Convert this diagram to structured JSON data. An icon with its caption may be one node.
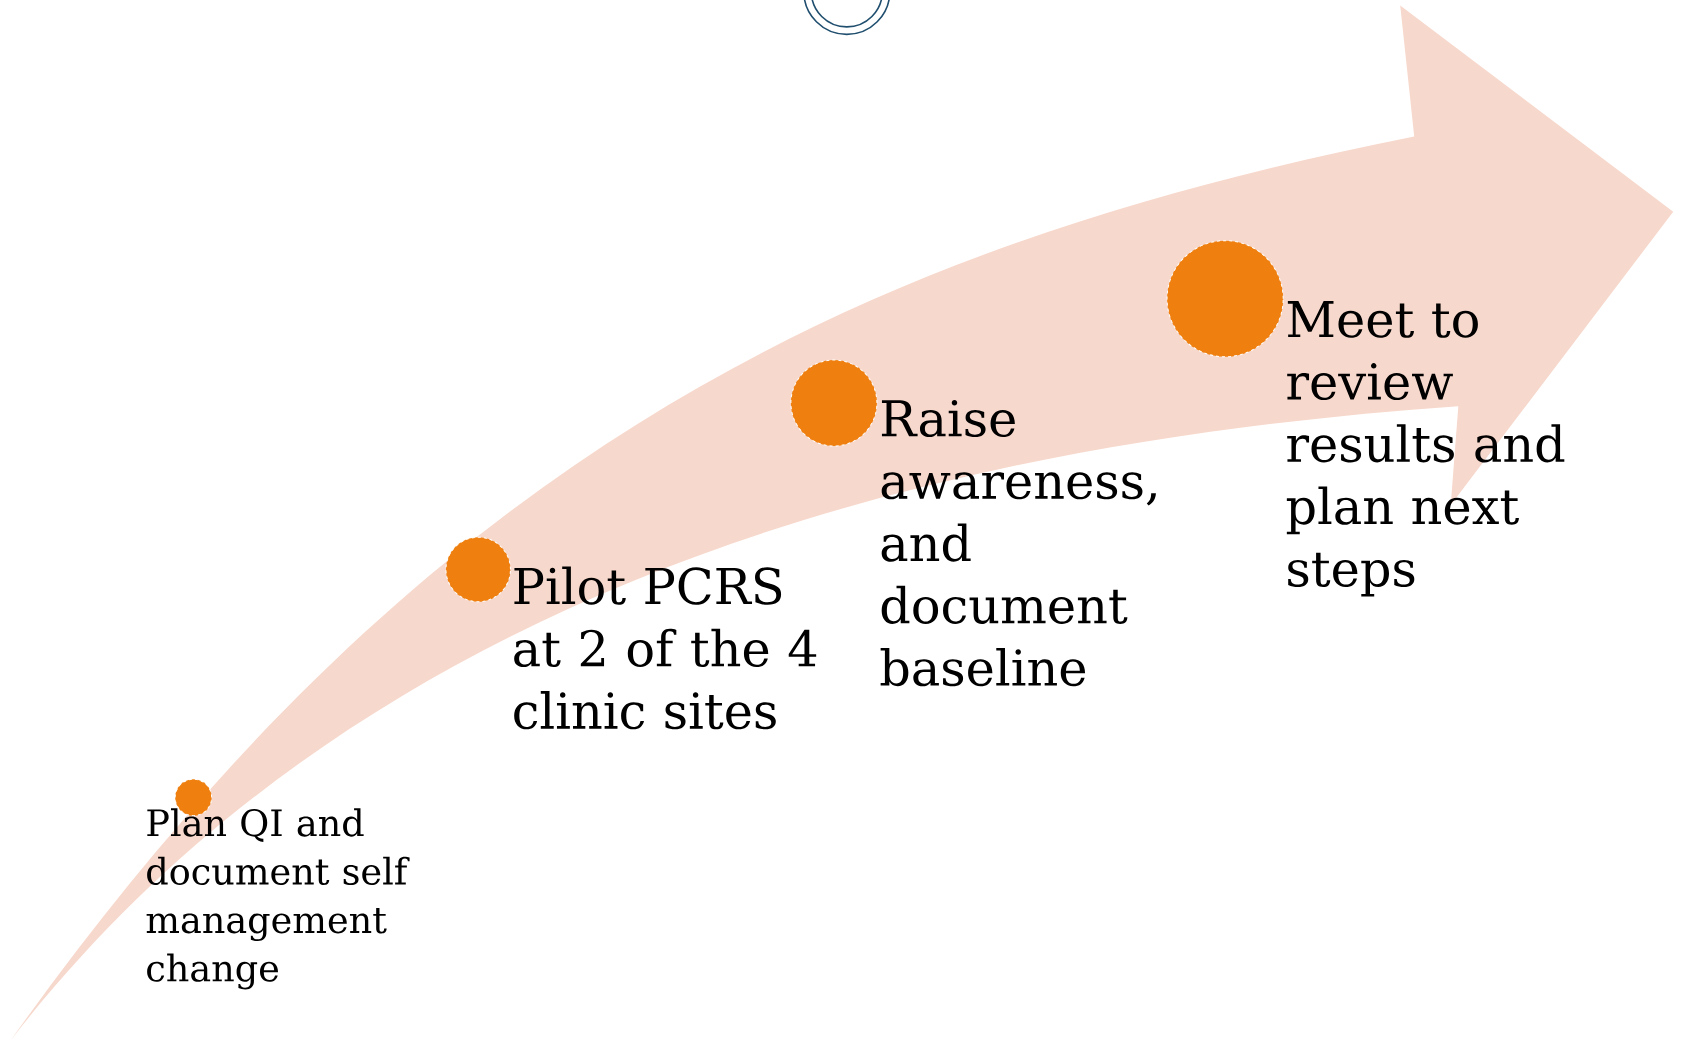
{
  "diagram": {
    "nodes": [
      {
        "text": [
          "Plan QI and document self management change"
        ]
      },
      {
        "text": [
          "Pilot PCRS at 2 of the 4 clinic sites"
        ]
      },
      {
        "text": [
          "Raise awareness, and document baseline"
        ]
      },
      {
        "text": [
          "Meet to review results and plan next steps"
        ]
      }
    ]
  }
}
